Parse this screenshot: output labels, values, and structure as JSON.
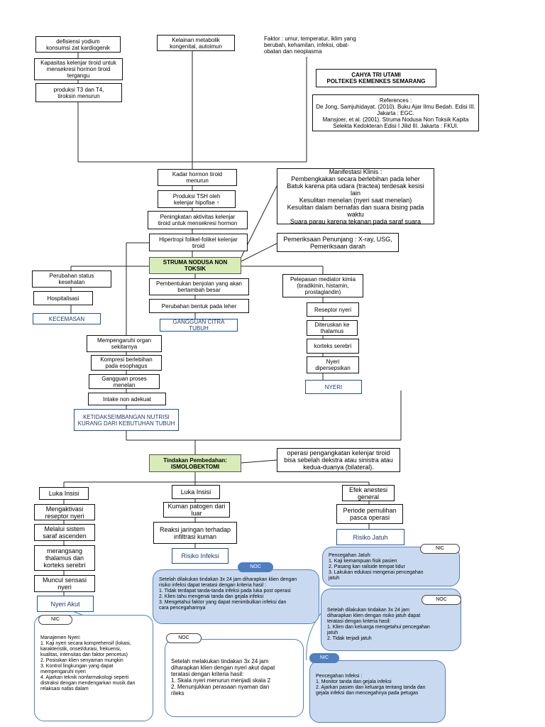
{
  "header": {
    "author": "CAHYA TRI UTAMI",
    "school": "POLTEKES KEMENKES SEMARANG",
    "references": "References :\nDe Jong, Samjuhidayat. (2010). Buku Ajar Ilmu Bedah. Edisi III. Jakarta : EGC.\nMansjoer, et al. (2001). Struma Nodusa Non Toksik Kapita Selekta Kedokteran Edisi I Jilid III. Jakarta : FKUI."
  },
  "causes": {
    "defisiensi": "defisiensi yodium\nkonsumsi zat kardiogenik",
    "kapasitas": "Kapasitas kelenjar tiroid untuk\nmensekresi hormon tiroid\ntergangu",
    "produksi_t3": "produksi T3 dan T4,\ntiroksin menurun",
    "kelainan": "Kelainan metabolik\nkongenital, autoimun",
    "faktor": "Faktor : umur, temperatur, iklim yang\nberubah, kehamilan, infeksi, obat-\nobatan dan neoplasma"
  },
  "center": {
    "kadar": "Kadar hormon tiroid\nmenurun",
    "tsh": "Produksi TSH oleh\nkelenjar hipofise ↑",
    "peningkatan": "Peningkatan aktivitas kelenjar\ntiroid untuk mensekresi hormon",
    "hipertropi": "Hipertropi folikel-folikel kelenjar\ntiroid",
    "struma": "STRUMA NODUSA NON TOKSIK"
  },
  "manifestasi": "Manifestasi Klinis :\nPembengkakan secara berlebihan pada leher\nBatuk karena pita udara (tractea) terdesak kesisi\nlain\nKesulitan menelan (nyeri saat menelan)\nKesulitan dalam bernafas dan suara bising pada\nwaktu\nSuara parau karena tekanan pada saraf suara",
  "penunjang": "Pemeriksaan Penunjang : X-ray, USG,\nPemeriksaan darah",
  "left_branch": {
    "perubahan": "Perubahan status\nkesehatan",
    "hospitalisasi": "Hospitalisasi",
    "kecemasan": "KECEMASAN"
  },
  "mid_branch": {
    "pembentukan": "Pembentukan benjolan yang akan\nbertambah besar",
    "perubahan_bentuk": "Perubahan bentuk pada leher",
    "citra": "GANGGUAN CITRA TUBUH",
    "mempengaruhi": "Mempengaruhi organ\nsekitarnya",
    "kompresi": "Kompresi berlebihan\npada esophagus",
    "gangguan_menelan": "Gangguan proses\nmenelan",
    "intake": "Intake non adekuat",
    "nutrisi": "KETIDAKSEIMBANGAN NUTRISI\nKURANG DARI KEBUTUHAN TUBUH"
  },
  "right_branch": {
    "pelepasan": "Pelepasan mediator kimia\n(bradikinin, histamin,\nprostaglandin)",
    "reseptor": "Reseptor nyeri",
    "diteruskan": "Diteruskan ke\nthalamus",
    "korteks": "korteks serebri",
    "dipersepsikan": "Nyeri\ndipersepsikan",
    "nyeri": "NYERI"
  },
  "tindakan": {
    "label": "Tindakan Pembedahan:\nISMOLOBEKTOMI",
    "operasi": "operasi pengangkatan kelenjar tiroid\nbisa sebelah dekstra atau sinistra atau\nkedua-duanya (bilateral)."
  },
  "post_left": {
    "luka": "Luka Insisi",
    "aktivasi": "Mengaktivasi\nreseptor nyeri",
    "saraf": "Melalui sistem\nsaraf ascenden",
    "thalamus": "merangsang\nthalamus dan\nkorteks serebri",
    "sensasi": "Muncul sensasi\nnyeri",
    "akut": "Nyeri Akut"
  },
  "post_mid": {
    "luka": "Luka Insisi",
    "kuman": "Kuman patogen dari\nluar",
    "reaksi": "Reaksi jaringan terhadap\ninfiltrasi kuman",
    "risiko": "Risiko Infeksi"
  },
  "post_right": {
    "efek": "Efek anestesi\ngeneral",
    "periode": "Periode pemulihan\npasca operasi",
    "risiko": "Risiko Jatuh"
  },
  "notes": {
    "nic_label": "NIC",
    "noc_label": "NOC",
    "nic_jatuh": "Pencegahan Jatuh:\n1. Kaji kemampuan fisik pasien\n2. Pasang kan railside tempat tidur\n3. Lakukan edukasi mengenai pencegahan\njatuh",
    "noc_jatuh": "Setelah dilakukan tindakan 3x 24 jam\ndiharapkan klien dengan risiko jatuh dapat\nteratasi dengan kriteria hasil:\n1. Klien dan keluarga mengetahui pencegahan\njatuh\n2. Tidak terjadi jatuh",
    "noc_infeksi": "Setelah dilakukan tindakan 3x 24 jam diharapkan klien dengan\nrisiko infeksi dapat teratasi dengan kriteria hasil :\n1. Tidak terdapat tanda-tanda infeksi pada luka post operasi\n2. Klien tahu mengenai tanda dan gejala infeksi\n3. Mengetahui faktor yang dapat menimbulkan infeksi dan\ncara pencegahannya",
    "nic_nyeri": "Manajemen Nyeri:\n1. Kaji nyeri secara komprehensif (lokasi,\nkarakteristik, onset/durasi, frekuensi,\nkualitas, intensitas dan faktor pencetus)\n2. Posisikan klien senyaman mungkin\n3. Kontrol lingkungan yang dapat\nmempengaruhi nyeri\n4. Ajarkan teknik nonfarmakologi seperti\ndistraksi dengan mendengarkan musik dan\nrelaksasi nafas dalam",
    "noc_nyeri": "Setelah melakukan tindakan 3x 24 jam\ndiharapkan klien dengan nyeri akut dapat\nteratasi dengan kriteria hasil:\n1. Skala nyeri menurun menjadi skala 2\n2. Menunjukkan perasaan nyaman dan\nrileks",
    "nic_infeksi": "Pencegahan Infeksi :\n1. Monitor tanda dan gejala infeksi\n2. Ajarkan pasien dan keluarga tentang tanda dan\ngejala infeksi dan mencegahnya pada petugas"
  }
}
